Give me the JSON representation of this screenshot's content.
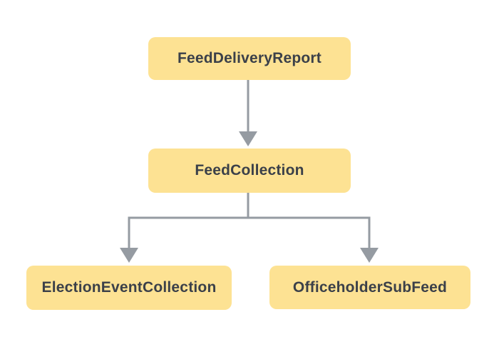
{
  "diagram": {
    "type": "flowchart-hierarchy",
    "nodes": [
      {
        "id": "feed-delivery-report",
        "label": "FeedDeliveryReport"
      },
      {
        "id": "feed-collection",
        "label": "FeedCollection"
      },
      {
        "id": "election-event-collection",
        "label": "ElectionEventCollection"
      },
      {
        "id": "officeholder-sub-feed",
        "label": "OfficeholderSubFeed"
      }
    ],
    "edges": [
      {
        "from": "FeedDeliveryReport",
        "to": "FeedCollection",
        "style": "arrow-down"
      },
      {
        "from": "FeedCollection",
        "to": "ElectionEventCollection",
        "style": "arrow-down"
      },
      {
        "from": "FeedCollection",
        "to": "OfficeholderSubFeed",
        "style": "arrow-down"
      }
    ],
    "colors": {
      "background": "#FFFFFF",
      "node_fill": "#FDE293",
      "node_text": "#3B4049",
      "connector": "#959BA2"
    }
  }
}
